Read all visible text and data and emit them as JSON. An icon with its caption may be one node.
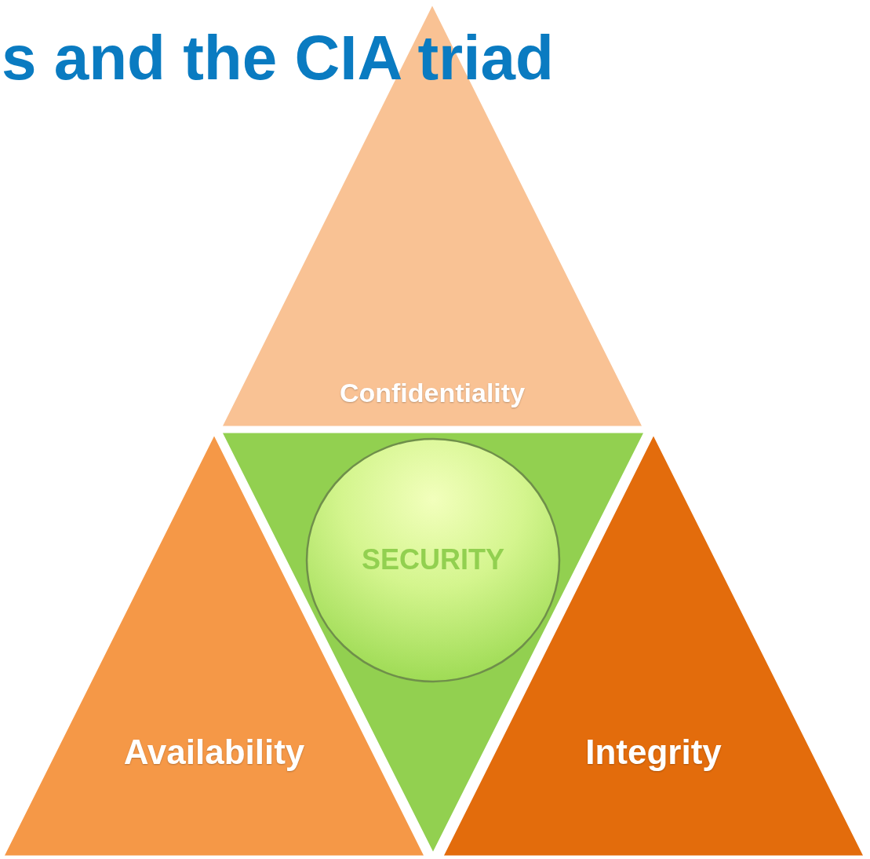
{
  "diagram": {
    "title": "s and the CIA triad",
    "nodes": [
      {
        "text": [
          "Confidentiality"
        ]
      },
      {
        "text": [],
        "shape": "triangle"
      },
      {
        "text": [
          "SECURITY"
        ],
        "in": 1
      },
      {
        "text": [
          "Availability"
        ]
      },
      {
        "text": [
          "Integrity"
        ]
      }
    ]
  }
}
